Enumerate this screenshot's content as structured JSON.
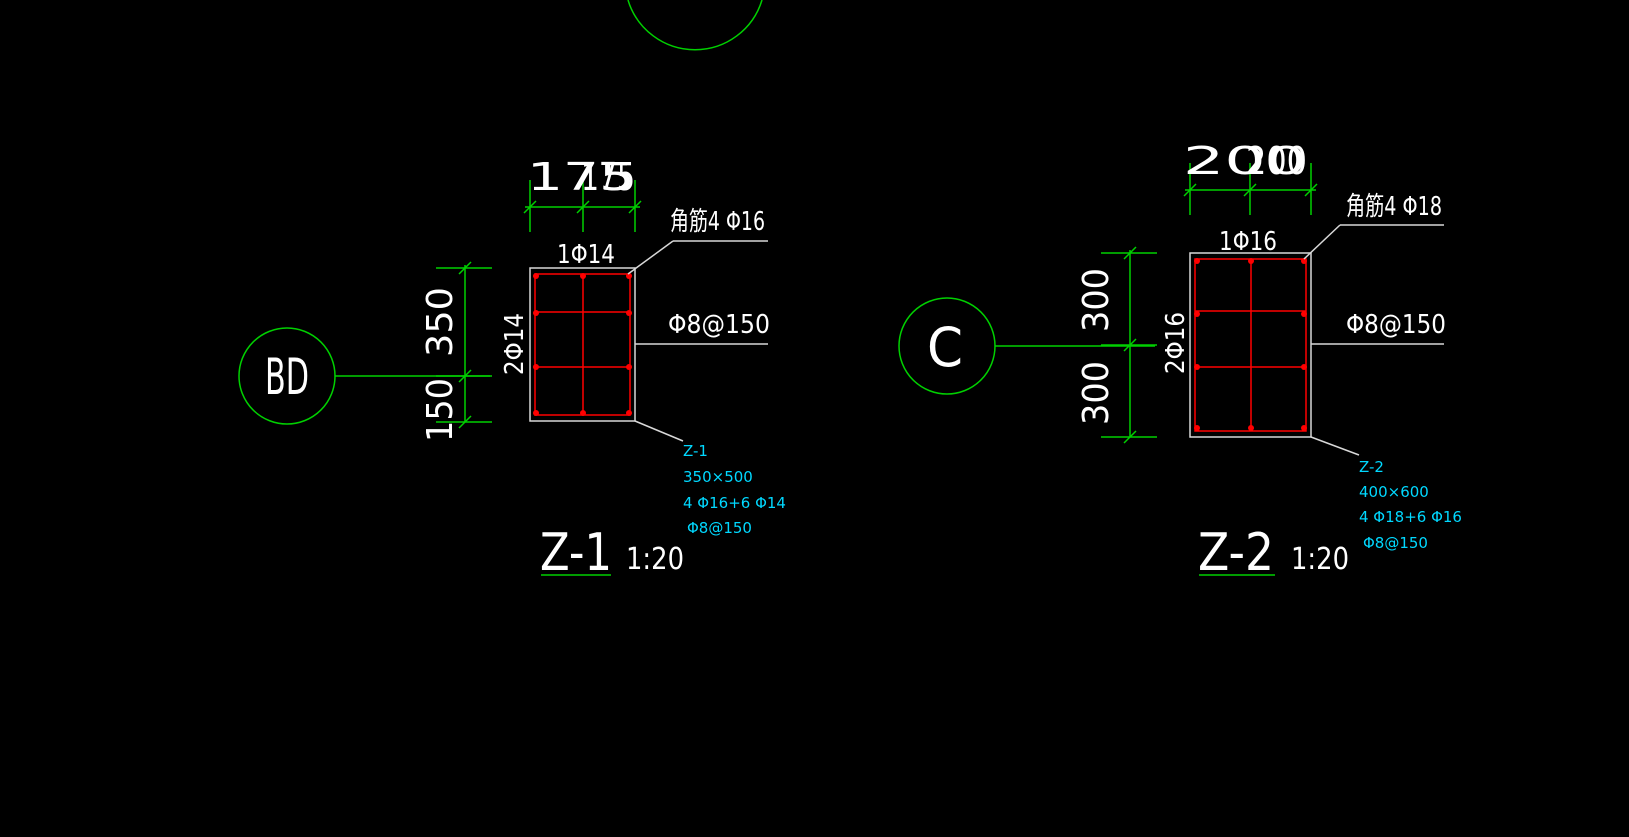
{
  "colors": {
    "background": "#000000",
    "dimension_line": "#00d000",
    "rebar": "#ff0000",
    "outline": "#d8d8d8",
    "annotation": "#00d8ff",
    "text": "#ffffff"
  },
  "columns": [
    {
      "id": "z1",
      "grid_label": "BD",
      "top_dims": [
        "175",
        "175"
      ],
      "side_dims": [
        "350",
        "150"
      ],
      "top_bar": "1Φ14",
      "side_bar": "2Φ14",
      "corner_bar": "角筋4 Φ16",
      "stirrup": "Φ8@150",
      "spec": [
        "Z-1",
        "350×500",
        "4 Φ16+6  Φ14",
        "Φ8@150"
      ],
      "title": "Z-1",
      "scale": "1:20"
    },
    {
      "id": "z2",
      "grid_label": "C",
      "top_dims": [
        "200",
        "200"
      ],
      "side_dims": [
        "300",
        "300"
      ],
      "top_bar": "1Φ16",
      "side_bar": "2Φ16",
      "corner_bar": "角筋4 Φ18",
      "stirrup": "Φ8@150",
      "spec": [
        "Z-2",
        "400×600",
        "4 Φ18+6  Φ16",
        "Φ8@150"
      ],
      "title": "Z-2",
      "scale": "1:20"
    }
  ]
}
